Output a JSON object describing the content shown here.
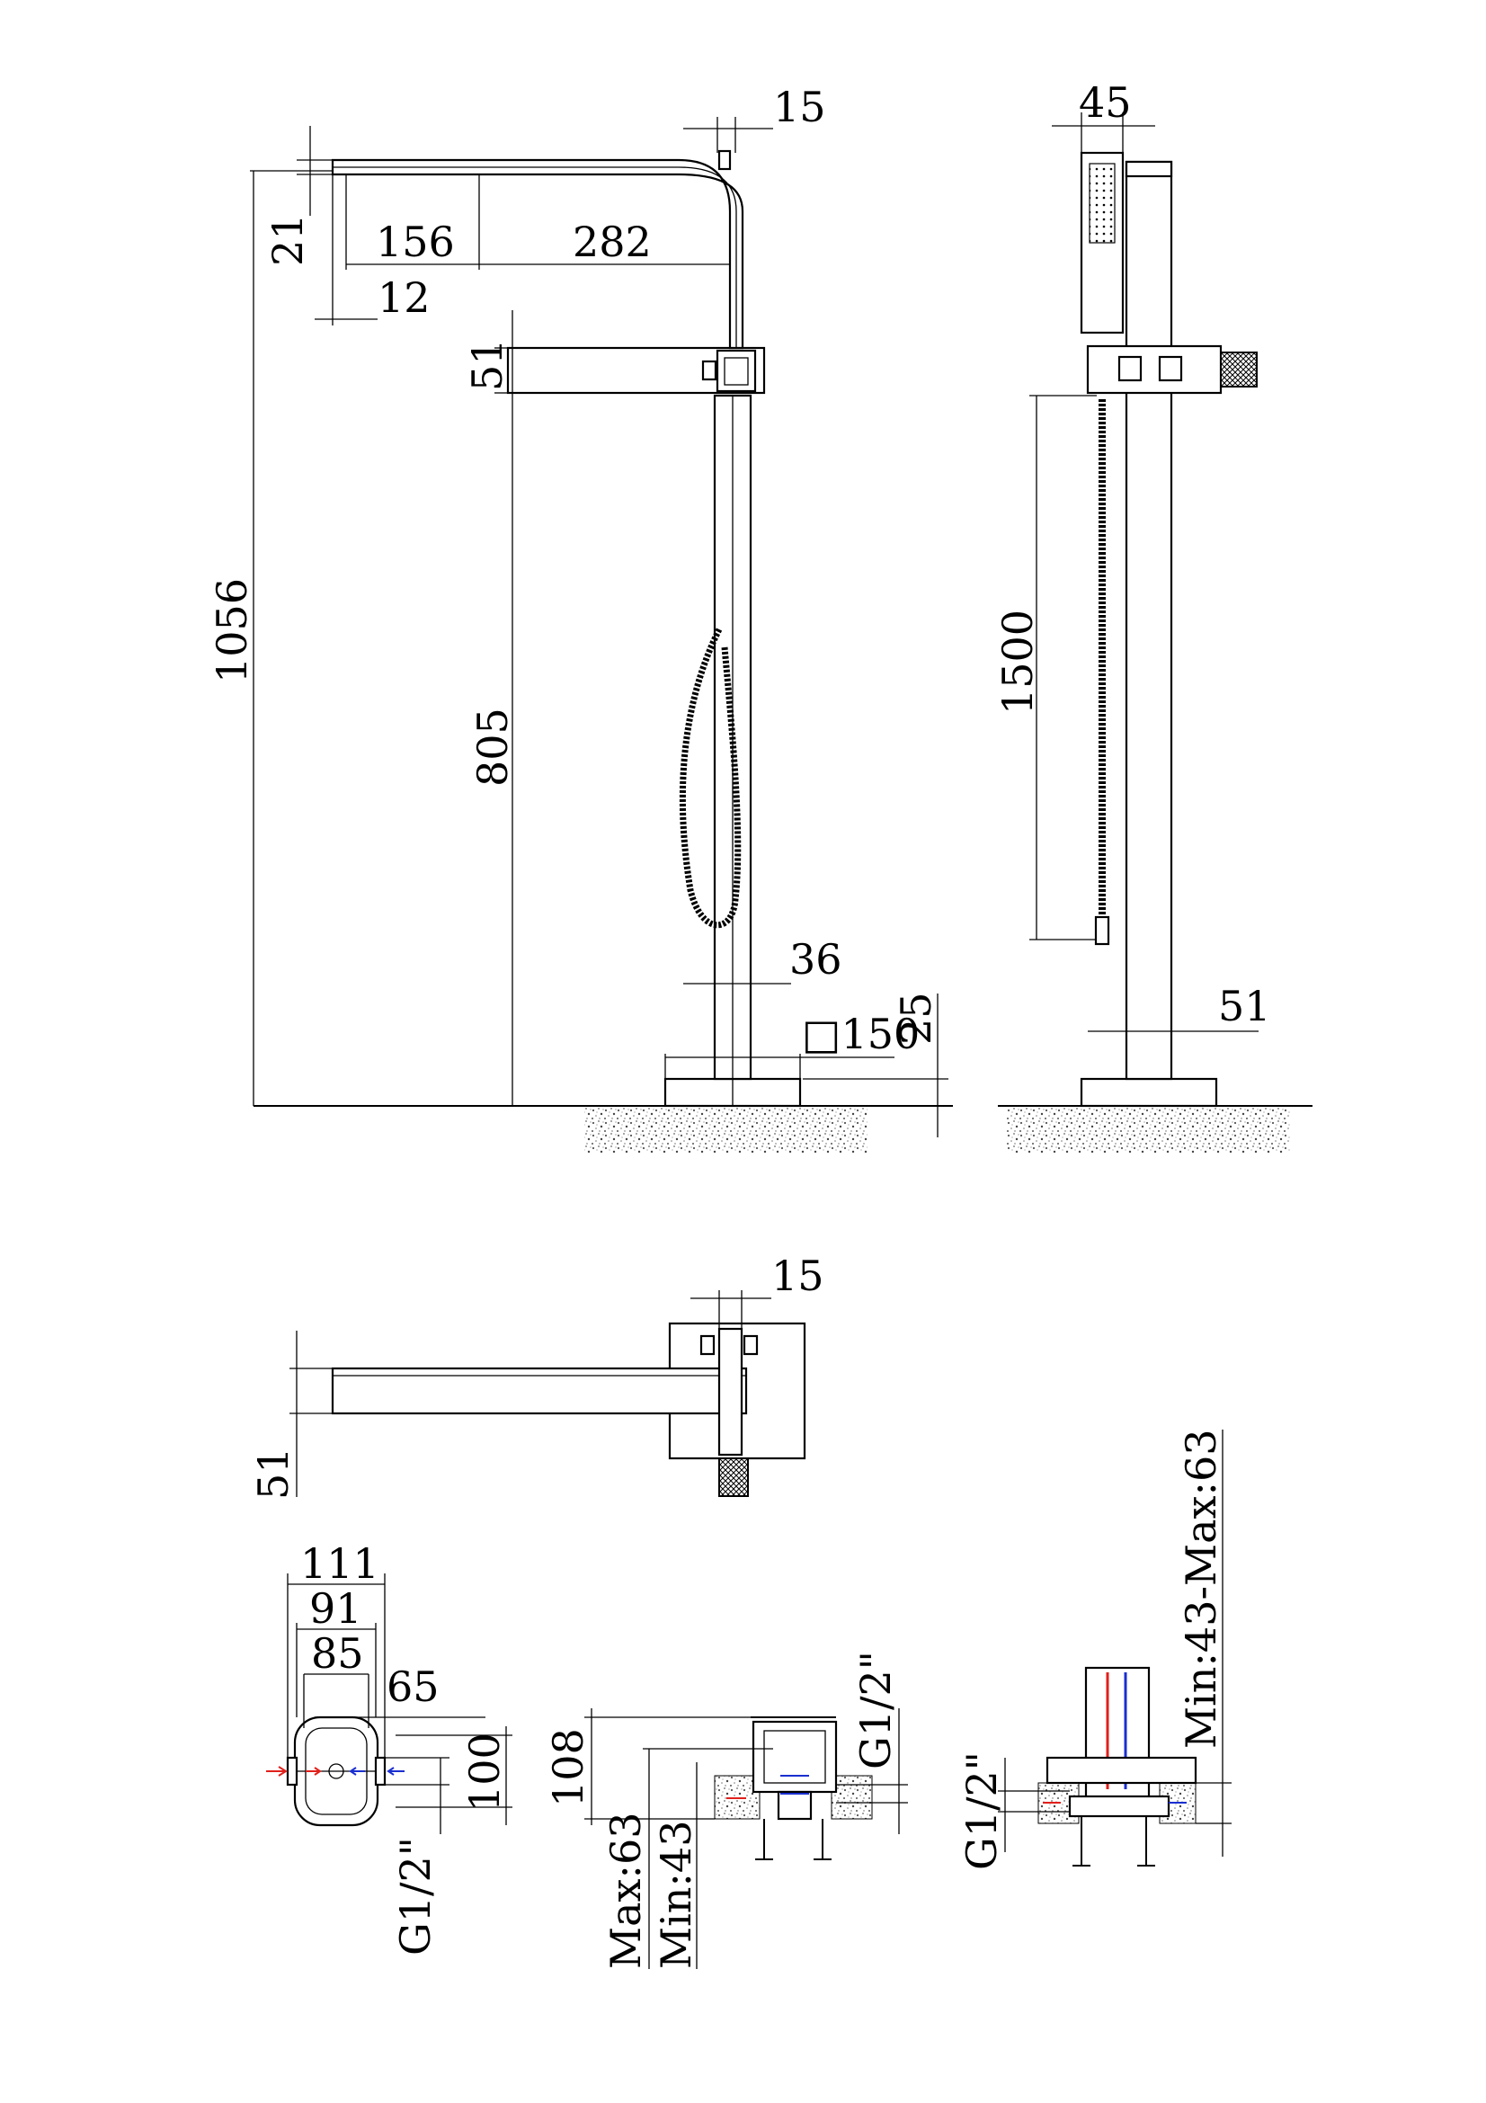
{
  "colors": {
    "line": "#000000",
    "hot": "#e0201b",
    "cold": "#1a2fd0",
    "ground": "#8a8a8a"
  },
  "front_view": {
    "dims": {
      "spout_tip_width": "15",
      "spout_height": "21",
      "spout_part": "156",
      "spout_reach": "282",
      "spout_offset": "12",
      "mixer_body": "51",
      "total_height": "1056",
      "mixer_height": "805",
      "pipe_diameter": "36",
      "base_square": "□150",
      "base_height": "25"
    }
  },
  "side_view": {
    "dims": {
      "handshower_width": "45",
      "hose_length": "1500",
      "pipe_width": "51"
    }
  },
  "top_view": {
    "dims": {
      "spout_tip_width": "15",
      "spout_width": "51"
    }
  },
  "install_plan": {
    "dims": {
      "outer": "111",
      "width_91": "91",
      "width_85": "85",
      "width_65": "65",
      "height": "100",
      "thread": "G1/2\""
    }
  },
  "install_section": {
    "dims": {
      "height": "108",
      "thread": "G1/2\"",
      "max_depth": "Max:63",
      "min_depth": "Min:43"
    }
  },
  "install_side": {
    "dims": {
      "range": "Min:43-Max:63",
      "thread": "G1/2\""
    }
  }
}
